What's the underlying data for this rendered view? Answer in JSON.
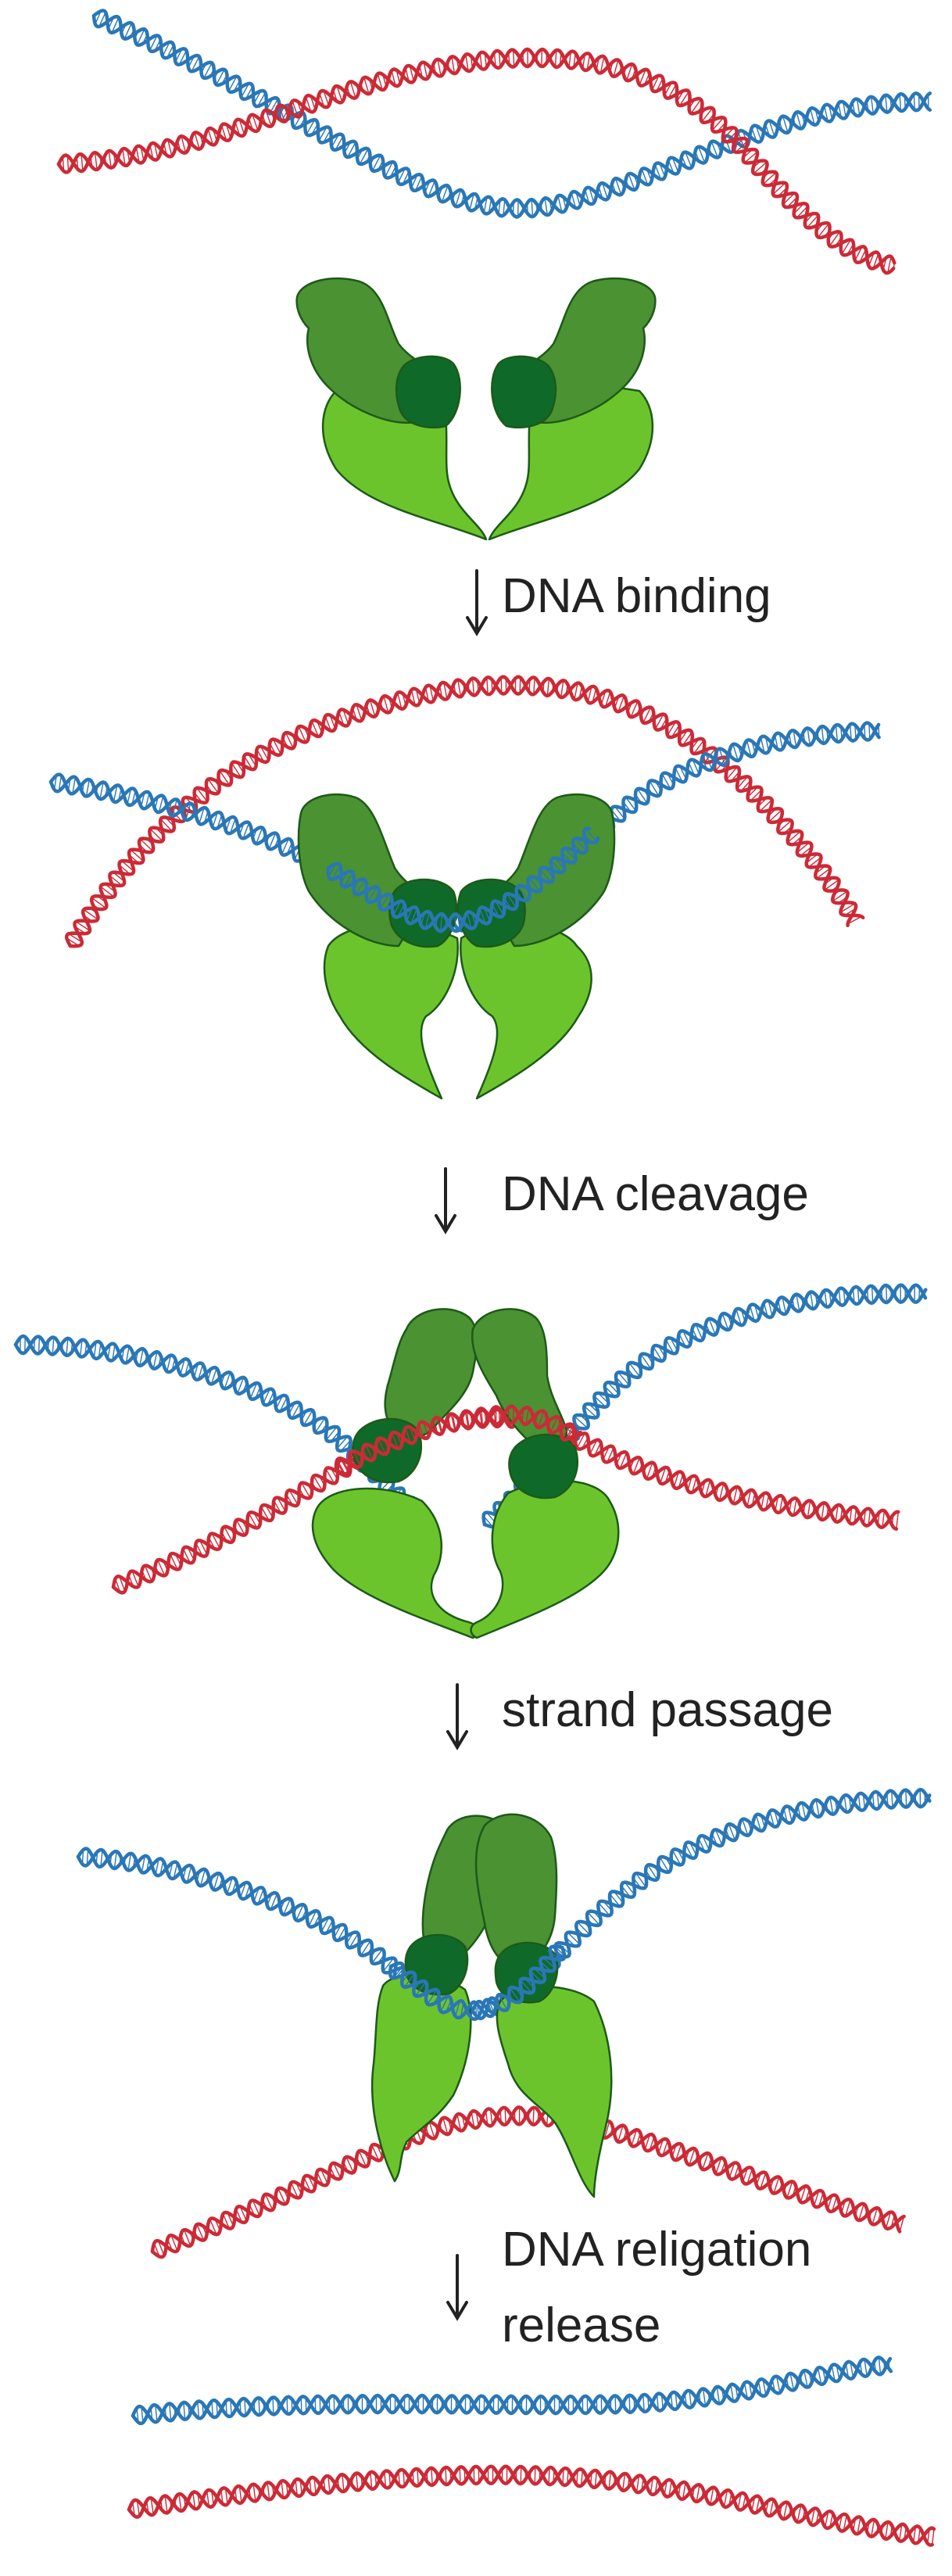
{
  "colors": {
    "background": "#ffffff",
    "dna_red": "#cc2a36",
    "dna_blue": "#2a77b6",
    "enzyme_dark": "#4a9232",
    "enzyme_light": "#6cc42c",
    "enzyme_darkest": "#0f6a2a",
    "outline": "#1d5a18",
    "text": "#222222"
  },
  "steps": [
    {
      "label": "DNA binding"
    },
    {
      "label": "DNA cleavage"
    },
    {
      "label": "strand passage"
    },
    {
      "label": "DNA religation",
      "label2": "release"
    }
  ]
}
